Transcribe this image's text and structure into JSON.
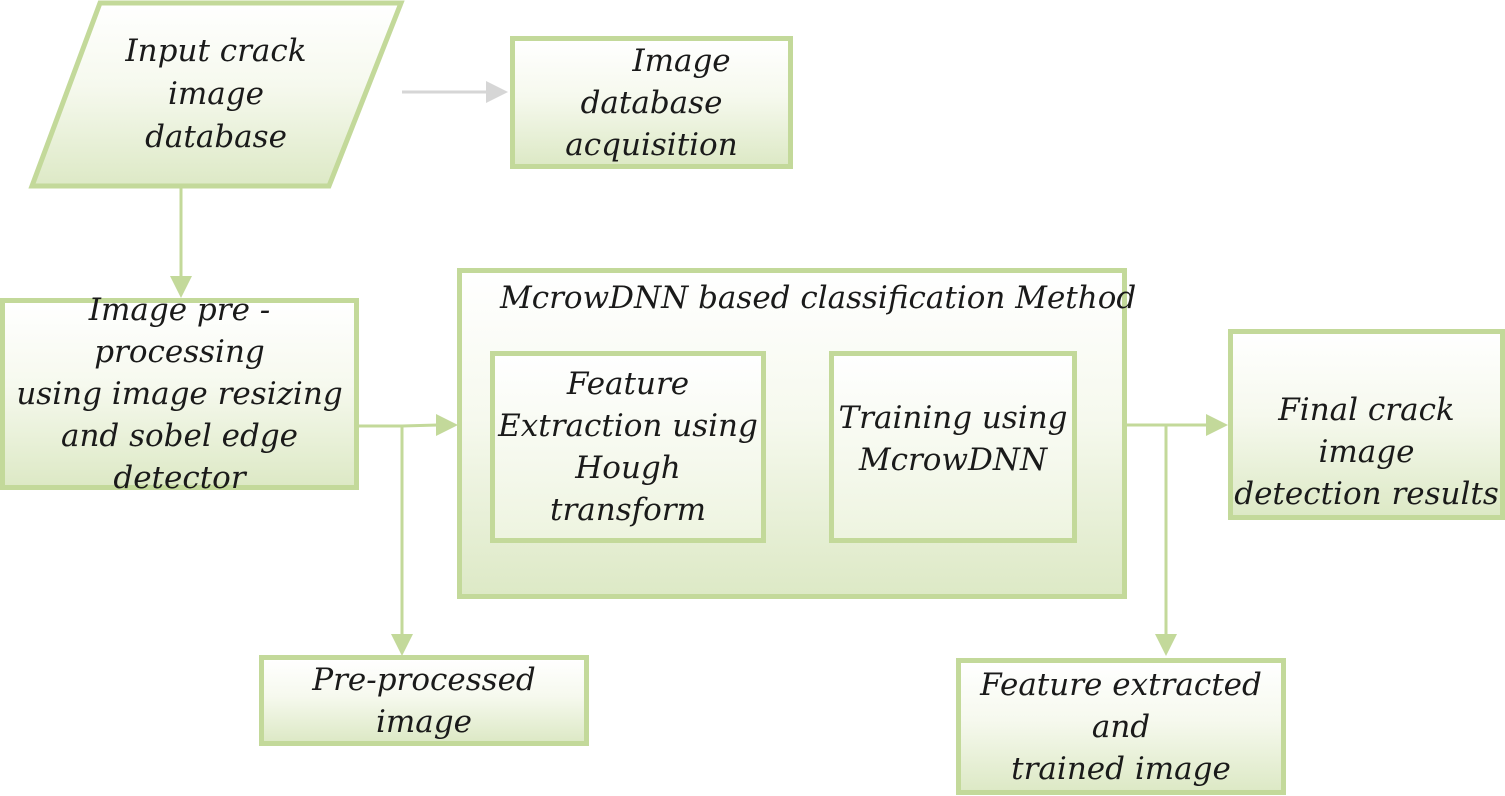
{
  "nodes": {
    "input_database": [
      "Input crack",
      "image",
      "database"
    ],
    "acquisition": [
      "Image",
      "database",
      "acquisition"
    ],
    "preprocessing": [
      "Image pre -processing",
      "using image resizing",
      "and sobel edge detector"
    ],
    "method_title": "McrowDNN based classification Method",
    "feature_extraction": [
      "Feature",
      "Extraction using",
      "Hough transform"
    ],
    "training": [
      "Training using",
      "McrowDNN"
    ],
    "final_results": [
      "Final crack image",
      "detection results"
    ],
    "preprocessed_image": [
      "Pre-processed image"
    ],
    "feature_trained_image": [
      "Feature extracted and",
      "trained image"
    ]
  },
  "colors": {
    "border": "#c3d99a",
    "arrow": "#c3d99a",
    "arrow_grey": "#d6d6d6",
    "gradient_bottom": "#dde9c6"
  }
}
